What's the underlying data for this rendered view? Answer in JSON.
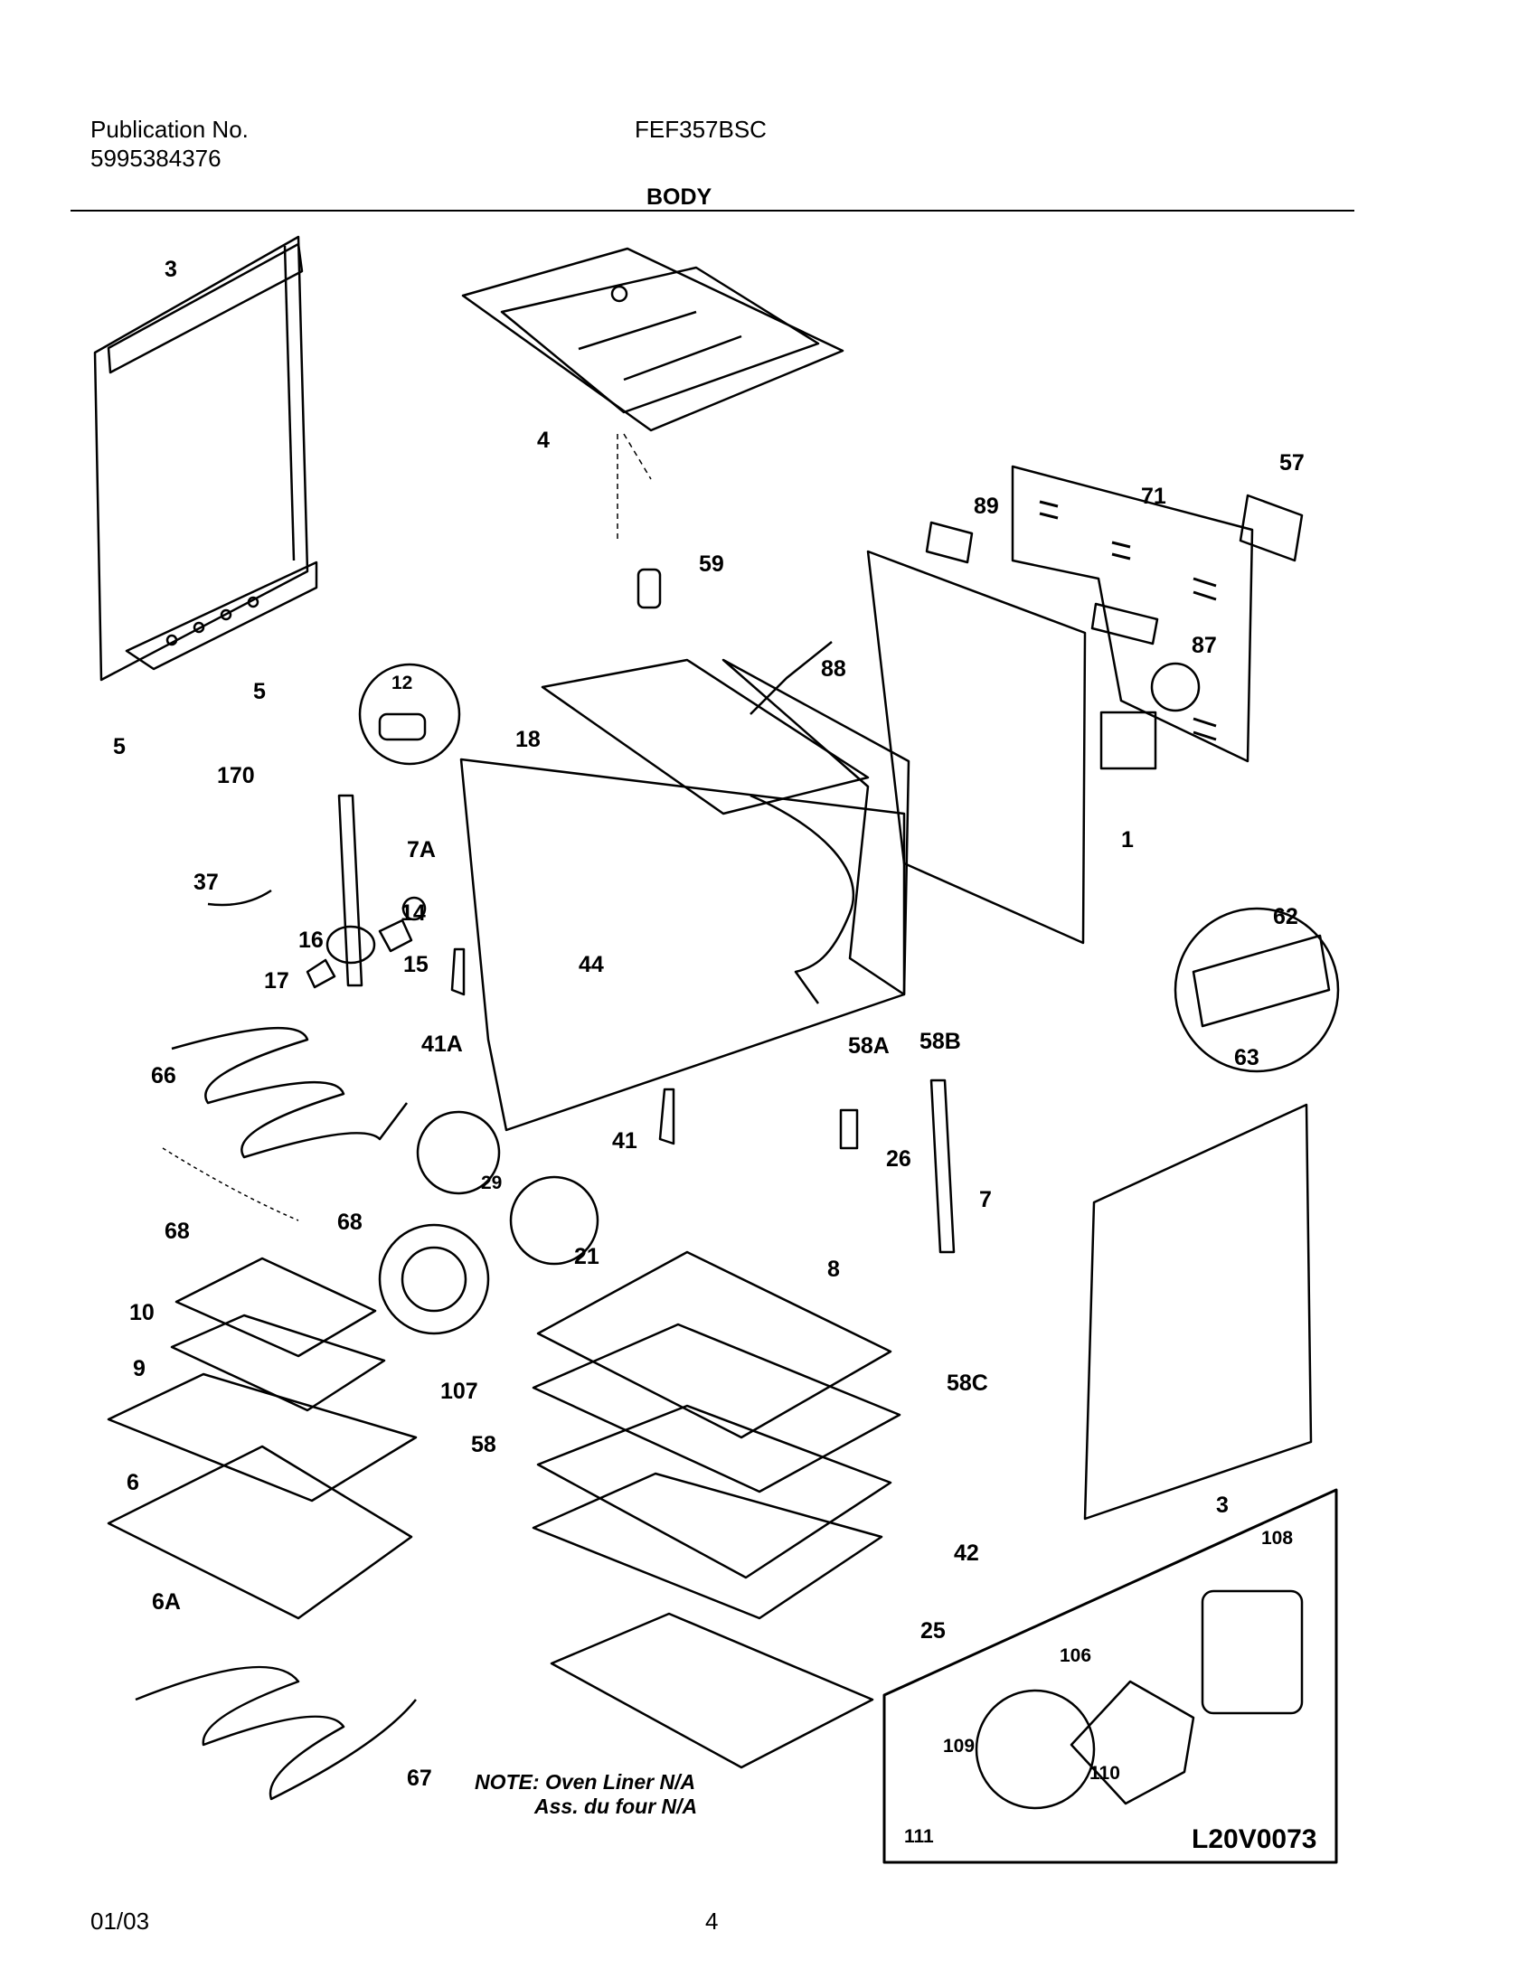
{
  "header": {
    "publication_label": "Publication No.",
    "publication_number": "5995384376",
    "model": "FEF357BSC",
    "section_title": "BODY"
  },
  "note": {
    "line1": "NOTE: Oven Liner N/A",
    "line2": "Ass. du four N/A"
  },
  "diagram_code": "L20V0073",
  "footer": {
    "date": "01/03",
    "page": "4"
  },
  "callouts": [
    "3",
    "4",
    "57",
    "71",
    "89",
    "59",
    "87",
    "88",
    "5",
    "12",
    "18",
    "170",
    "1",
    "7A",
    "37",
    "14",
    "16",
    "17",
    "15",
    "44",
    "62",
    "41A",
    "58A",
    "58B",
    "63",
    "66",
    "41",
    "26",
    "7",
    "29",
    "68",
    "21",
    "8",
    "10",
    "9",
    "107",
    "58C",
    "58",
    "6",
    "42",
    "6A",
    "25",
    "108",
    "106",
    "109",
    "110",
    "111",
    "67"
  ]
}
